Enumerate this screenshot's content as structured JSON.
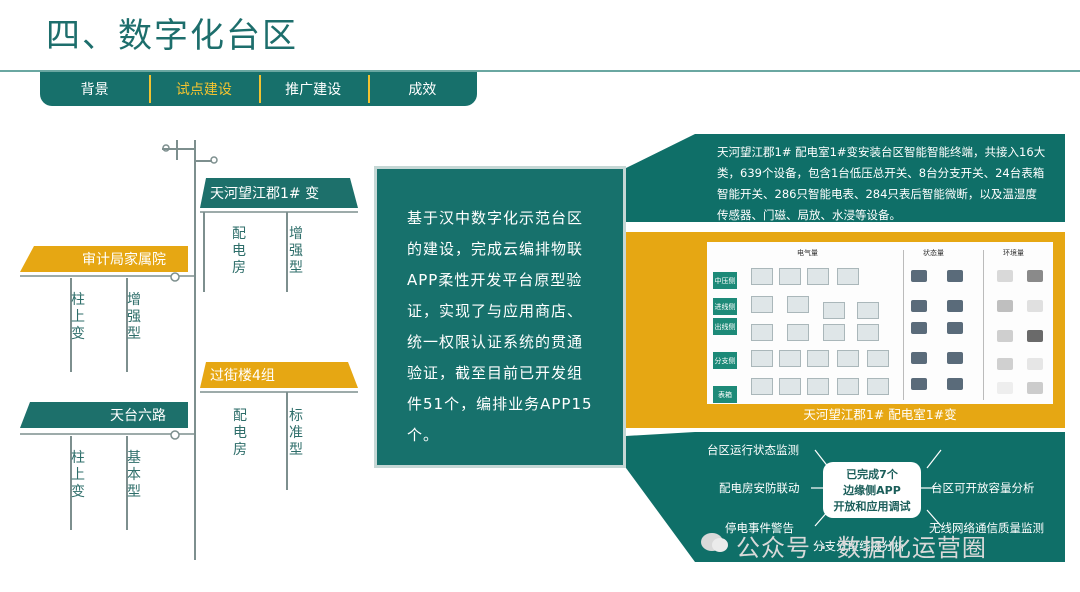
{
  "page_title": "四、数字化台区",
  "nav_tabs": [
    {
      "label": "背景",
      "active": false
    },
    {
      "label": "试点建设",
      "active": true
    },
    {
      "label": "推广建设",
      "active": false
    },
    {
      "label": "成效",
      "active": false
    }
  ],
  "pole_diagram": {
    "banners": [
      {
        "label": "天河望江郡1# 变",
        "color": "#1d706b"
      },
      {
        "label": "审计局家属院",
        "color": "#e6a713"
      },
      {
        "label": "过街楼4组",
        "color": "#e6a713"
      },
      {
        "label": "天台六路",
        "color": "#1d706b"
      }
    ],
    "vertical_texts": [
      "配电房",
      "增强型",
      "柱上变",
      "增强型",
      "配电房",
      "标准型",
      "柱上变",
      "基本型"
    ]
  },
  "middle_box_text": "基于汉中数字化示范台区的建设，完成云编排物联APP柔性开发平台原型验证，实现了与应用商店、统一权限认证系统的贯通验证，截至目前已开发组件51个，编排业务APP15个。",
  "top_panel_text": "天河望江郡1# 配电室1#变安装台区智能智能终端，共接入16大类，639个设备，包含1台低压总开关、8台分支开关、24台表箱智能开关、286只智能电表、284只表后智能微断，以及温湿度传感器、门磁、局放、水浸等设备。",
  "image_panel": {
    "caption": "天河望江郡1# 配电室1#变",
    "column_headers": [
      "电气量",
      "状态量",
      "环境量"
    ],
    "row_labels": [
      "中压侧",
      "进线侧",
      "出线侧",
      "分支侧",
      "表箱"
    ]
  },
  "bottom_panel": {
    "center": [
      "已完成7个",
      "边缘侧APP",
      "开放和应用调试"
    ],
    "items": [
      "台区运行状态监测",
      "台区可开放容量分析",
      "配电房安防联动",
      "停电事件警告",
      "无线网络通信质量监测",
      "分支分段线损分析"
    ]
  },
  "watermark": "公众号 · 数据化运营圈",
  "colors": {
    "teal": "#17706b",
    "gold": "#e6a713",
    "accent_text": "#f2c330"
  }
}
